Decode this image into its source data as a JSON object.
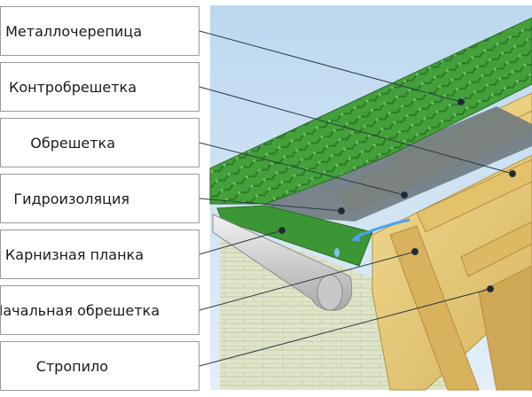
{
  "labels": [
    "Металлочерепица",
    "Контробрешетка",
    "Обрешетка",
    "Гидроизоляция",
    "Карнизная планка",
    "Начальная обрешетка",
    "Стропило"
  ],
  "colors": {
    "tile_green": "#3f9a36",
    "tile_dark": "#2c7427",
    "wood": "#e7c978",
    "wood_dark": "#c9a552",
    "sky": "#cfe3f4",
    "brick": "#d9e0c2",
    "gutter": "#d6d6d6",
    "leader": "#2b3a43"
  }
}
